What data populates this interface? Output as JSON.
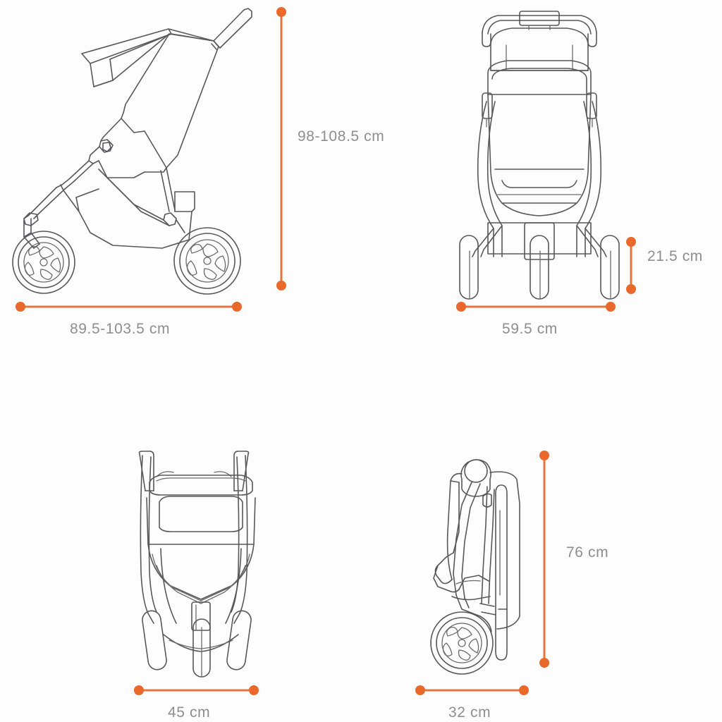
{
  "diagram": {
    "title": "Stroller dimension diagram",
    "units": "cm",
    "accent_color": "#e1773f",
    "dot_color": "#e8692b",
    "line_color": "#58585a",
    "label_color": "#8e8e8e",
    "background_color": "#fdfdfd"
  },
  "views": [
    {
      "id": "side-view-unfolded",
      "name": "Side view, unfolded",
      "position": "top-left"
    },
    {
      "id": "front-view-unfolded",
      "name": "Front view, unfolded",
      "position": "top-right"
    },
    {
      "id": "rear-view-unfolded",
      "name": "Rear view, unfolded",
      "position": "bottom-left"
    },
    {
      "id": "side-view-folded",
      "name": "Side view, folded",
      "position": "bottom-right"
    }
  ],
  "dimensions": {
    "height_unfolded": {
      "label": "98-108.5 cm",
      "value_min": 98,
      "value_max": 108.5,
      "unit": "cm",
      "orientation": "vertical",
      "view": "side-view-unfolded"
    },
    "length_unfolded": {
      "label": "89.5-103.5 cm",
      "value_min": 89.5,
      "value_max": 103.5,
      "unit": "cm",
      "orientation": "horizontal",
      "view": "side-view-unfolded"
    },
    "wheel_height": {
      "label": "21.5 cm",
      "value": 21.5,
      "unit": "cm",
      "orientation": "vertical",
      "view": "front-view-unfolded"
    },
    "width_unfolded": {
      "label": "59.5 cm",
      "value": 59.5,
      "unit": "cm",
      "orientation": "horizontal",
      "view": "front-view-unfolded"
    },
    "width_rear": {
      "label": "45 cm",
      "value": 45,
      "unit": "cm",
      "orientation": "horizontal",
      "view": "rear-view-unfolded"
    },
    "depth_folded": {
      "label": "32 cm",
      "value": 32,
      "unit": "cm",
      "orientation": "horizontal",
      "view": "side-view-folded"
    },
    "height_folded": {
      "label": "76 cm",
      "value": 76,
      "unit": "cm",
      "orientation": "vertical",
      "view": "side-view-folded"
    }
  }
}
